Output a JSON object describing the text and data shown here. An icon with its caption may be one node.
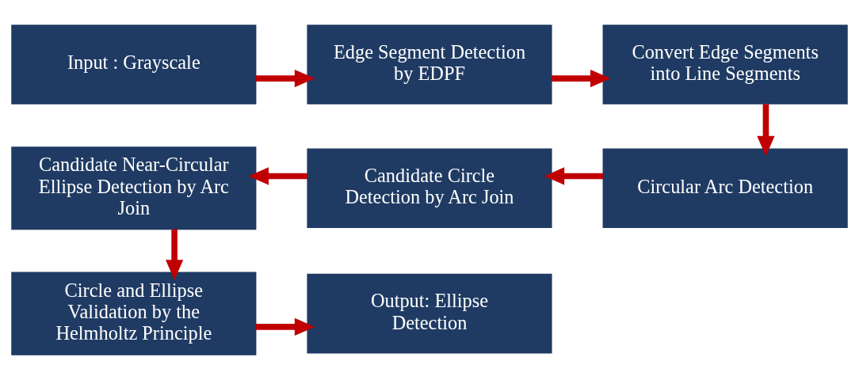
{
  "diagram": {
    "nodes": [
      {
        "text": [
          "Input : Grayscale"
        ]
      },
      {
        "text": [
          "Edge Segment Detection by EDPF"
        ]
      },
      {
        "text": [
          "Convert Edge Segments into Line Segments"
        ]
      },
      {
        "text": [
          "Circular Arc Detection"
        ]
      },
      {
        "text": [
          "Candidate Circle Detection by Arc Join"
        ]
      },
      {
        "text": [
          "Candidate Near-Circular Ellipse Detection by Arc Join"
        ]
      },
      {
        "text": [
          "Circle and Ellipse Validation by the Helmholtz Principle"
        ]
      },
      {
        "text": [
          "Output: Ellipse Detection"
        ]
      }
    ],
    "edges": [
      {
        "from": 0,
        "to": 1,
        "arrow": "to"
      },
      {
        "from": 1,
        "to": 2,
        "arrow": "to"
      },
      {
        "from": 2,
        "to": 3,
        "arrow": "to"
      },
      {
        "from": 3,
        "to": 4,
        "arrow": "to"
      },
      {
        "from": 4,
        "to": 5,
        "arrow": "to"
      },
      {
        "from": 5,
        "to": 6,
        "arrow": "to"
      },
      {
        "from": 6,
        "to": 7,
        "arrow": "to"
      }
    ]
  }
}
